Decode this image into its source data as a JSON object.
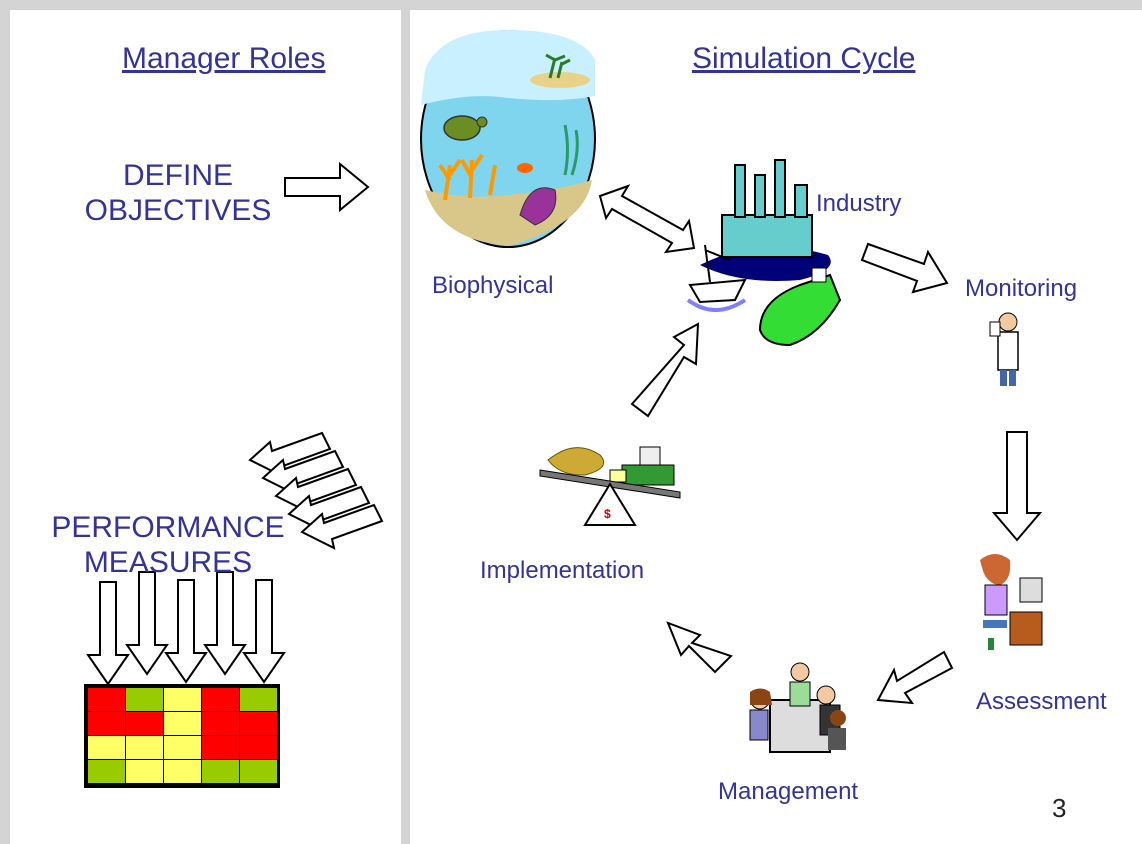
{
  "slide": {
    "page_number": "3",
    "colors": {
      "border": "#d4d4d4",
      "text": "#333399",
      "red": "#ff0000",
      "green": "#99cc00",
      "yellow": "#ffff66"
    }
  },
  "left_panel": {
    "title": "Manager Roles",
    "define_line1": "DEFINE",
    "define_line2": "OBJECTIVES",
    "perf_line1": "PERFORMANCE",
    "perf_line2": "MEASURES",
    "grid_rows": [
      [
        "red",
        "green",
        "yellow",
        "red",
        "green"
      ],
      [
        "red",
        "red",
        "yellow",
        "red",
        "red"
      ],
      [
        "yellow",
        "yellow",
        "yellow",
        "red",
        "red"
      ],
      [
        "green",
        "yellow",
        "yellow",
        "green",
        "green"
      ]
    ]
  },
  "right_panel": {
    "title": "Simulation Cycle",
    "stages": {
      "biophysical": "Biophysical",
      "industry": "Industry",
      "monitoring": "Monitoring",
      "assessment": "Assessment",
      "management": "Management",
      "implementation": "Implementation"
    },
    "icons": {
      "biophysical": "ocean-reef-icon",
      "industry": "industry-ships-icon",
      "monitoring": "scientist-icon",
      "assessment": "analyst-computer-icon",
      "management": "meeting-group-icon",
      "implementation": "balance-scale-icon"
    }
  }
}
